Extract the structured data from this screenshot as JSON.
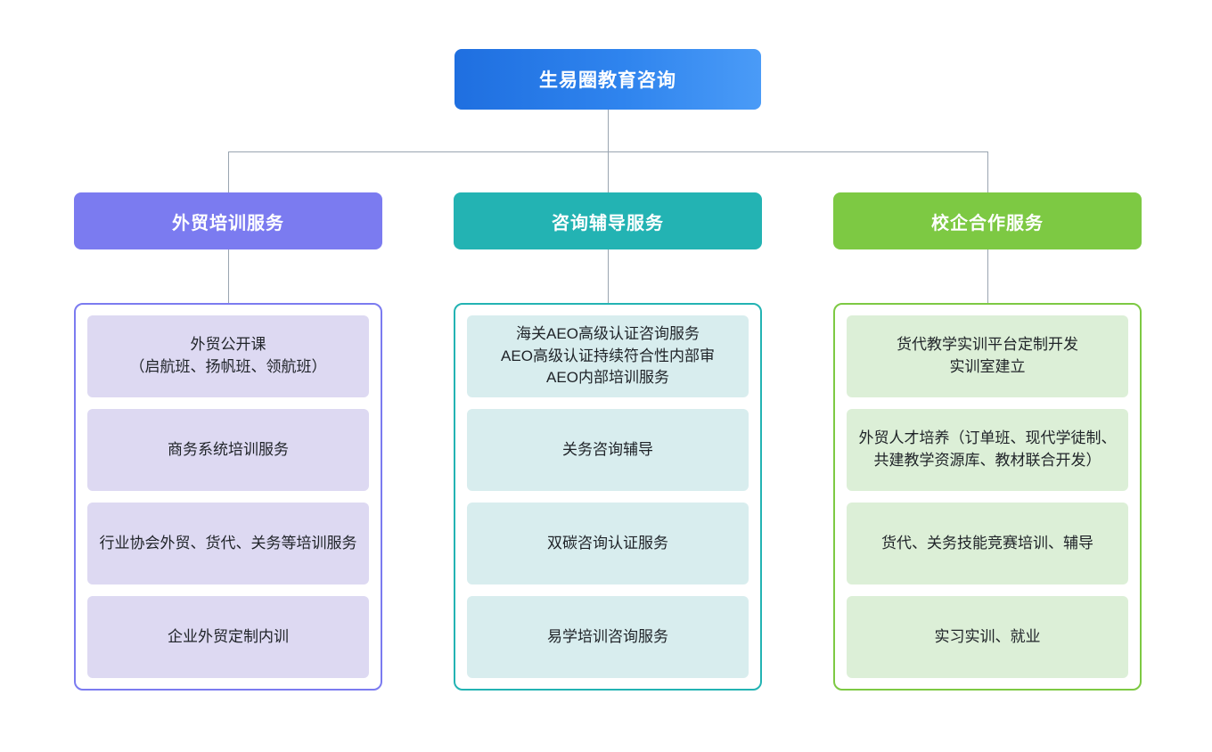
{
  "root": {
    "label": "生易圈教育咨询",
    "color_start": "#1f6fe0",
    "color_end": "#4a9bf7"
  },
  "branches": [
    {
      "id": "waimao-peixun",
      "header": "外贸培训服务",
      "accent": "#7b7bf0",
      "leaf_bg": "#ddd9f2",
      "items": [
        "外贸公开课\n（启航班、扬帆班、领航班）",
        "商务系统培训服务",
        "行业协会外贸、货代、关务等培训服务",
        "企业外贸定制内训"
      ]
    },
    {
      "id": "zixun-fudao",
      "header": "咨询辅导服务",
      "accent": "#23b3b3",
      "leaf_bg": "#d8edee",
      "items": [
        "海关AEO高级认证咨询服务\nAEO高级认证持续符合性内部审\nAEO内部培训服务",
        "关务咨询辅导",
        "双碳咨询认证服务",
        "易学培训咨询服务"
      ]
    },
    {
      "id": "xiaoqi-hezuo",
      "header": "校企合作服务",
      "accent": "#7dc943",
      "leaf_bg": "#dcefd7",
      "items": [
        "货代教学实训平台定制开发\n实训室建立",
        "外贸人才培养（订单班、现代学徒制、共建教学资源库、教材联合开发）",
        "货代、关务技能竞赛培训、辅导",
        "实习实训、就业"
      ]
    }
  ],
  "connector": {
    "color": "#9aa5b1"
  }
}
